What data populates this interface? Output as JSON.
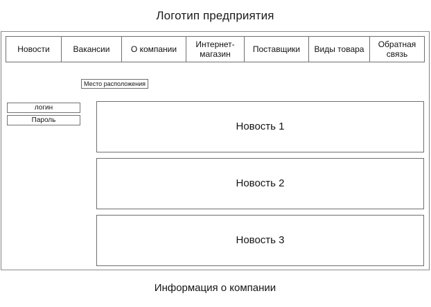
{
  "header": {
    "title": "Логотип предприятия"
  },
  "nav": {
    "items": [
      {
        "label": "Новости"
      },
      {
        "label": "Вакансии"
      },
      {
        "label": "О компании"
      },
      {
        "label": "Интернет-магазин"
      },
      {
        "label": "Поставщики"
      },
      {
        "label": "Виды товара"
      },
      {
        "label": "Обратная связь"
      }
    ]
  },
  "location": {
    "label": "Место расположения"
  },
  "auth": {
    "login_value": "логин",
    "password_value": "Пароль"
  },
  "news": {
    "items": [
      {
        "label": "Новость 1"
      },
      {
        "label": "Новость 2"
      },
      {
        "label": "Новость 3"
      }
    ]
  },
  "footer": {
    "text": "Информация о компании"
  },
  "colors": {
    "border": "#6e6e6e",
    "divider": "#8c8c8c",
    "text": "#141414",
    "background": "#ffffff"
  }
}
